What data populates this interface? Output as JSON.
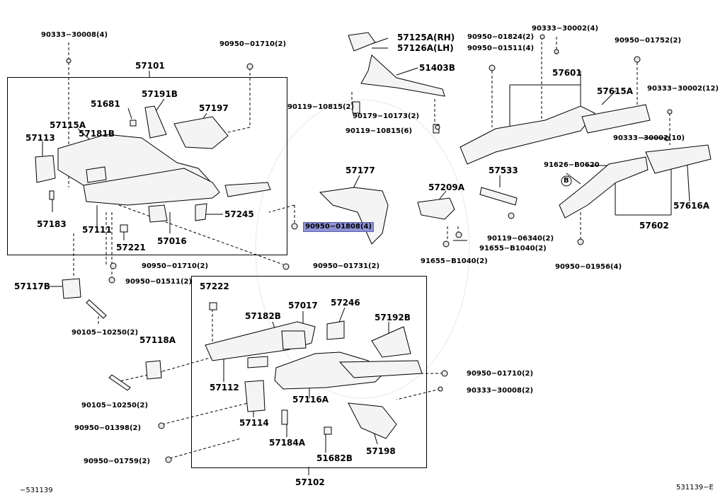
{
  "labels": {
    "l_90333_30008_4": "90333−30008(4)",
    "l_90950_01710_a": "90950−01710(2)",
    "l_57101": "57101",
    "l_51681": "51681",
    "l_57191B": "57191B",
    "l_57197": "57197",
    "l_57115A": "57115A",
    "l_57181B": "57181B",
    "l_57113": "57113",
    "l_57183": "57183",
    "l_57111": "57111",
    "l_57221": "57221",
    "l_57016": "57016",
    "l_57245": "57245",
    "l_90950_01710_b": "90950−01710(2)",
    "l_90950_01511_a": "90950−01511(2)",
    "l_90950_01731": "90950−01731(2)",
    "l_57117B": "57117B",
    "l_90105_10250_a": "90105−10250(2)",
    "l_57118A": "57118A",
    "l_90105_10250_b": "90105−10250(2)",
    "l_90950_01398": "90950−01398(2)",
    "l_90950_01759": "90950−01759(2)",
    "l_57222": "57222",
    "l_57182B": "57182B",
    "l_57017": "57017",
    "l_57246": "57246",
    "l_57192B": "57192B",
    "l_57112": "57112",
    "l_57116A": "57116A",
    "l_57114": "57114",
    "l_57184A": "57184A",
    "l_51682B": "51682B",
    "l_57198": "57198",
    "l_57102": "57102",
    "l_90950_01710_c": "90950−01710(2)",
    "l_90333_30008_2": "90333−30008(2)",
    "l_57125A": "57125A(RH)",
    "l_57126A": "57126A(LH)",
    "l_51403B": "51403B",
    "l_90119_10815_2": "90119−10815(2)",
    "l_90179_10173": "90179−10173(2)",
    "l_90119_10815_6": "90119−10815(6)",
    "l_57177": "57177",
    "l_90950_01808": "90950−01808(4)",
    "l_57209A": "57209A",
    "l_57533": "57533",
    "l_90119_06340": "90119−06340(2)",
    "l_91655_B1040_a": "91655−B1040(2)",
    "l_91655_B1040_b": "91655−B1040(2)",
    "l_90950_01824": "90950−01824(2)",
    "l_90950_01511_b": "90950−01511(4)",
    "l_90333_30002_4": "90333−30002(4)",
    "l_90950_01752": "90950−01752(2)",
    "l_57601": "57601",
    "l_57615A": "57615A",
    "l_90333_30002_12": "90333−30002(12)",
    "l_90333_30002_10": "90333−30002(10)",
    "l_91626_B0620": "91626−B0620",
    "l_B": "B",
    "l_57602": "57602",
    "l_57616A": "57616A",
    "l_90950_01956": "90950−01956(4)",
    "l_ref_left": "−531139",
    "l_ref_right": "531139−E"
  },
  "highlighted_part": "90950−01808(4)",
  "colors": {
    "highlight": "#8f93d6",
    "line": "#000000",
    "part_fill": "#f2f2f2"
  }
}
